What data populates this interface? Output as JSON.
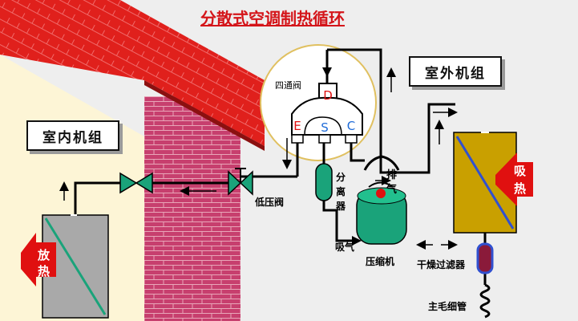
{
  "title": "分散式空调制热循环",
  "labels": {
    "indoor_unit": "室内机组",
    "outdoor_unit": "室外机组",
    "four_way_valve": "四通阀",
    "port_d": "D",
    "port_e": "E",
    "port_s": "S",
    "port_c": "C",
    "separator": [
      "分",
      "离",
      "器"
    ],
    "discharge": [
      "排",
      "气"
    ],
    "low_pressure_valve": "低压阀",
    "suction": "吸气",
    "compressor": "压缩机",
    "release_heat": [
      "放",
      "热"
    ],
    "absorb_heat": [
      "吸",
      "热"
    ],
    "drier_filter": "干燥过滤器",
    "capillary": "主毛细管"
  },
  "colors": {
    "roof": "#e0201c",
    "brick": "#c73f6e",
    "wall": "#fdf5d6",
    "indoor_coil": "#a9a9a9",
    "outdoor_coil": "#c9a000",
    "component": "#1aa37a",
    "arrow_red": "#e01010",
    "title": "#d4151a"
  },
  "icons": [
    "valve-icon",
    "arrow-icon"
  ]
}
